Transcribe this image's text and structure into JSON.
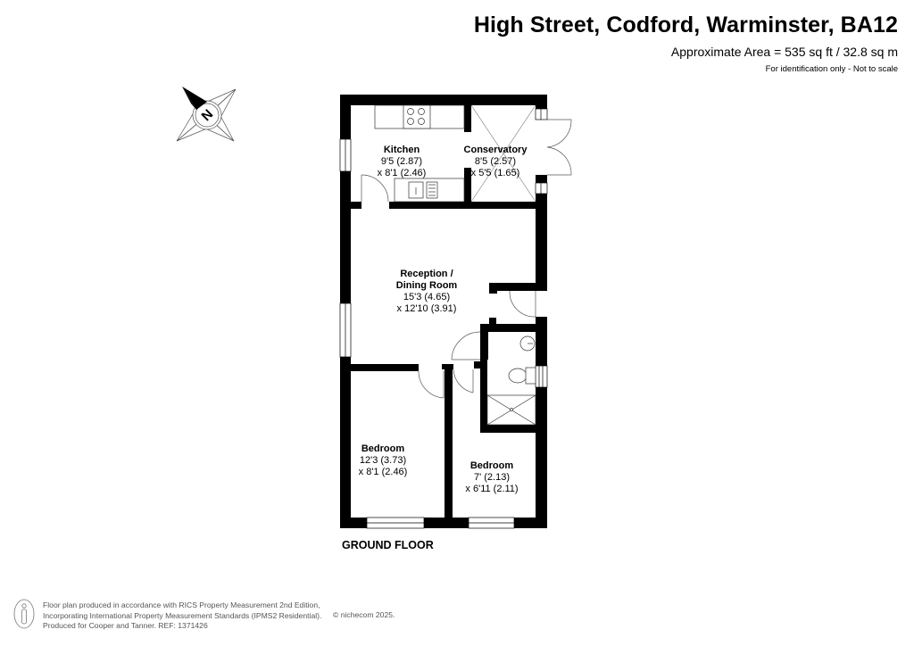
{
  "header": {
    "title": "High Street, Codford, Warminster, BA12",
    "area": "Approximate Area = 535 sq ft / 32.8 sq m",
    "disclaimer": "For identification only - Not to scale"
  },
  "compass": {
    "label": "N",
    "icon": "compass-rose-icon"
  },
  "rooms": [
    {
      "name": "Kitchen",
      "dim1": "9'5 (2.87)",
      "dim2": "x 8'1 (2.46)"
    },
    {
      "name": "Conservatory",
      "dim1": "8'5 (2.57)",
      "dim2": "x 5'5 (1.65)"
    },
    {
      "name": "Reception /",
      "name2": "Dining Room",
      "dim1": "15'3 (4.65)",
      "dim2": "x 12'10 (3.91)"
    },
    {
      "name": "Bedroom",
      "dim1": "12'3 (3.73)",
      "dim2": "x 8'1 (2.46)"
    },
    {
      "name": "Bedroom",
      "dim1": "7' (2.13)",
      "dim2": "x 6'11 (2.11)"
    }
  ],
  "floor_label": "GROUND FLOOR",
  "footer": {
    "line1": "Floor plan produced in accordance with RICS Property Measurement 2nd Edition,",
    "line2": "Incorporating International Property Measurement Standards (IPMS2 Residential).",
    "line3": "Produced for Cooper and Tanner.   REF: 1371426",
    "copyright": "© nichecom 2025."
  }
}
